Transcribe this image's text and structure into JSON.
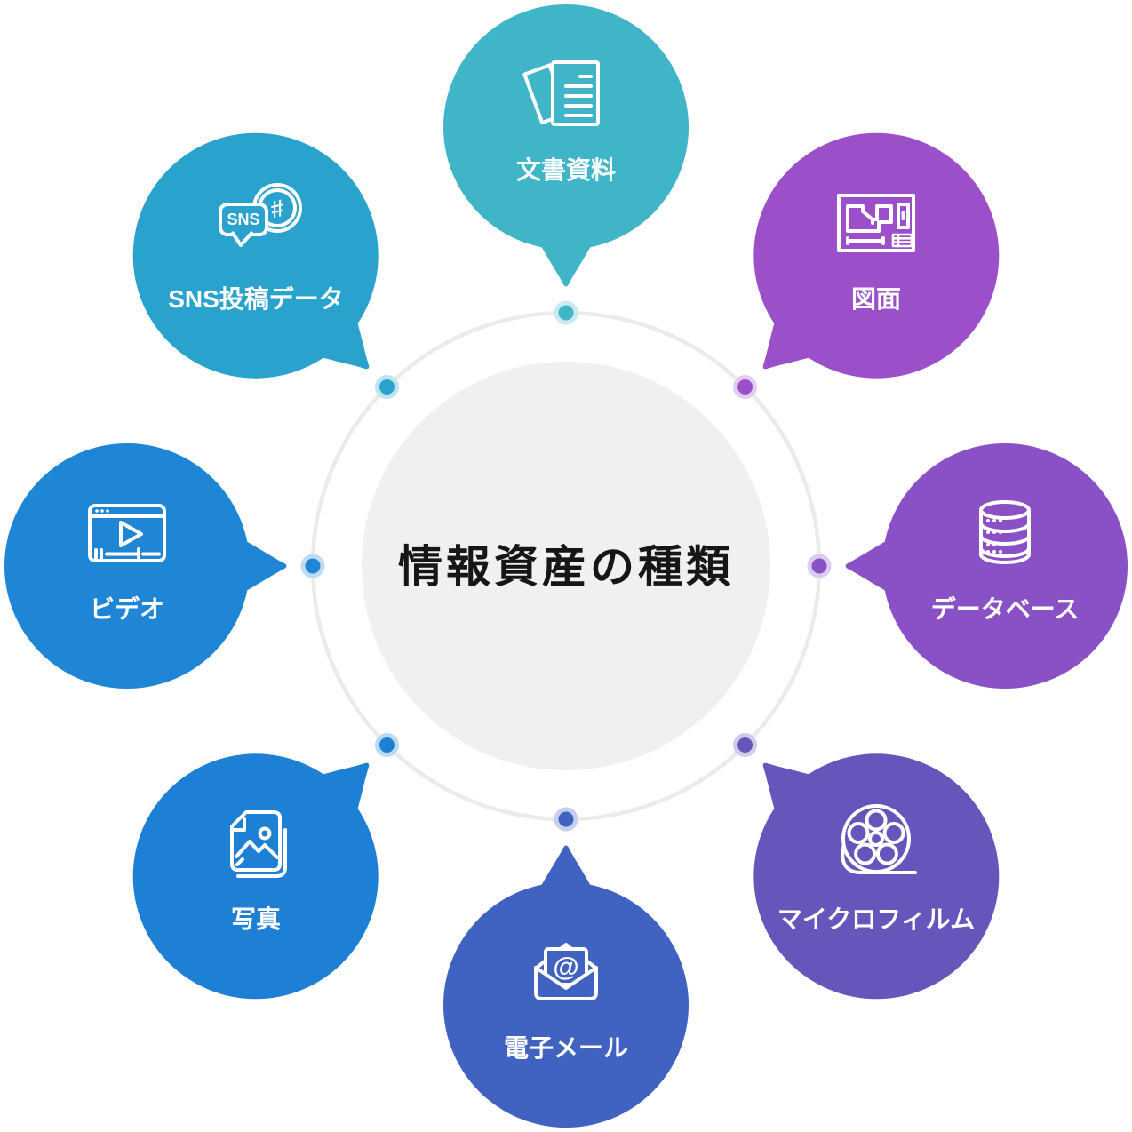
{
  "center": {
    "title": "情報資産の種類",
    "circle_color": "#f0f0f0",
    "ring_color": "#ebebeb",
    "title_color": "#161616"
  },
  "items": [
    {
      "position": "top",
      "label": "文書資料",
      "icon": "documents-icon",
      "color": "#3fb5c7",
      "dot_halo": "#c8eaf0"
    },
    {
      "position": "top-right",
      "label": "図面",
      "icon": "floor-plan-icon",
      "color": "#9b4fc9",
      "dot_halo": "#e2ccf1"
    },
    {
      "position": "right",
      "label": "データベース",
      "icon": "database-icon",
      "color": "#8a50c6",
      "dot_halo": "#dccbee"
    },
    {
      "position": "bottom-right",
      "label": "マイクロフィルム",
      "icon": "film-reel-icon",
      "color": "#6456bb",
      "dot_halo": "#d0cce9"
    },
    {
      "position": "bottom",
      "label": "電子メール",
      "icon": "email-icon",
      "color": "#4063c2",
      "dot_halo": "#c5d0ee"
    },
    {
      "position": "bottom-left",
      "label": "写真",
      "icon": "photo-icon",
      "color": "#1d80d5",
      "dot_halo": "#bcd9f2"
    },
    {
      "position": "left",
      "label": "ビデオ",
      "icon": "video-player-icon",
      "color": "#1f86d6",
      "dot_halo": "#bddbf3"
    },
    {
      "position": "top-left",
      "label": "SNS投稿データ",
      "icon": "sns-hashtag-icon",
      "color": "#2aa2ce",
      "dot_halo": "#bfe3f0"
    }
  ],
  "icon_glyphs": {
    "sns": "SNS",
    "at": "@",
    "hash": "#"
  }
}
